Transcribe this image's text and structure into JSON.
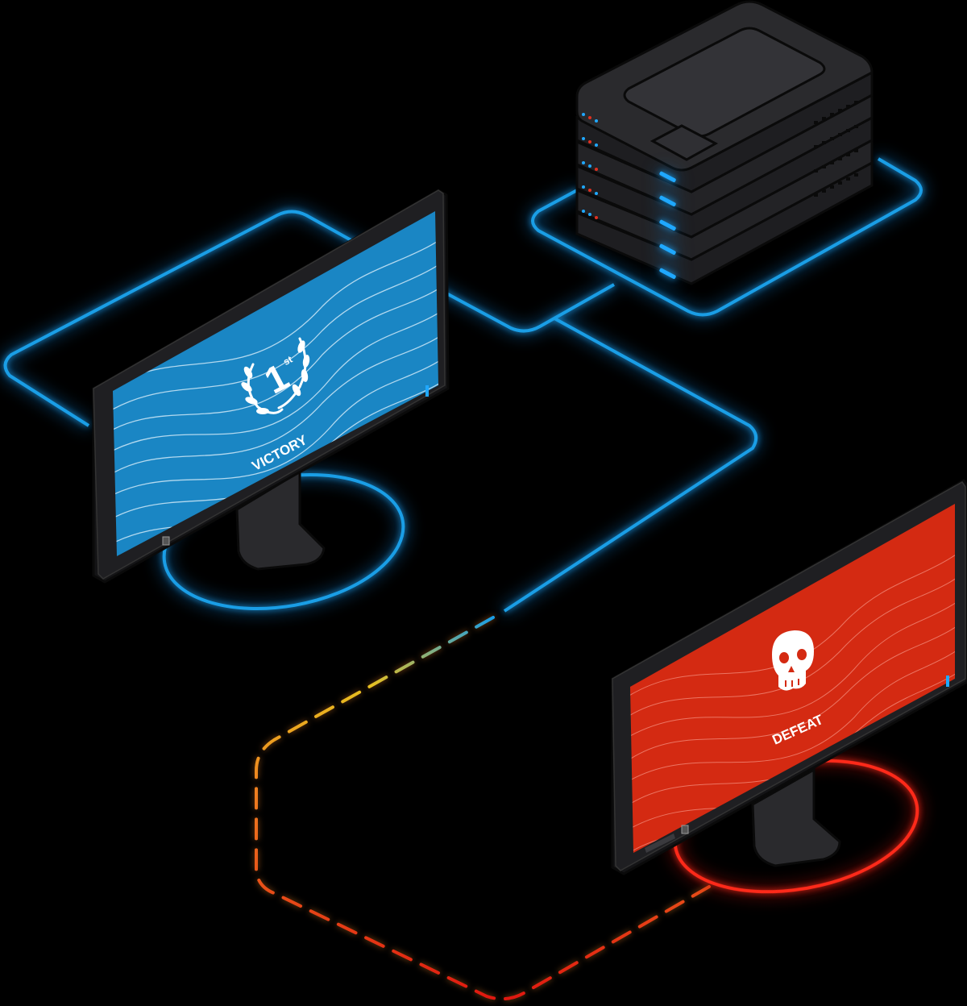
{
  "colors": {
    "background": "#000000",
    "network_blue": "#1a9ee6",
    "victory_screen": "#1a86c4",
    "defeat_screen": "#d42a12",
    "defeat_glow": "#ff2a1a",
    "monitor_body": "#1e1e22",
    "server_body": "#252528"
  },
  "icons": {
    "server": "server-stack-icon",
    "laurel": "laurel-wreath-icon",
    "skull": "skull-icon"
  },
  "victory_monitor": {
    "rank_number": "1",
    "rank_suffix": "st",
    "result_label": "VICTORY"
  },
  "defeat_monitor": {
    "result_label": "DEFEAT"
  }
}
